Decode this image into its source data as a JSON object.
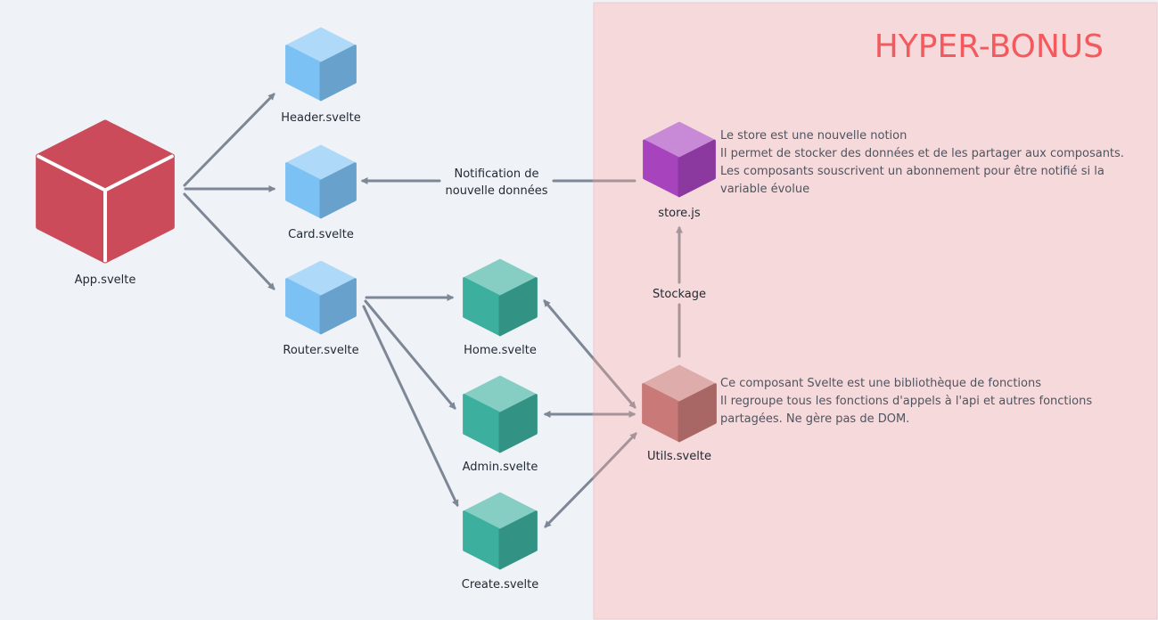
{
  "banner": {
    "title": "HYPER-BONUS"
  },
  "nodes": {
    "app": "App.svelte",
    "header": "Header.svelte",
    "card": "Card.svelte",
    "router": "Router.svelte",
    "home": "Home.svelte",
    "admin": "Admin.svelte",
    "create": "Create.svelte",
    "store": "store.js",
    "utils": "Utils.svelte"
  },
  "edges": {
    "notification_line1": "Notification de",
    "notification_line2": "nouvelle données",
    "stockage": "Stockage"
  },
  "notes": {
    "store": [
      "Le store est une nouvelle notion",
      "Il permet de stocker des données et de les partager aux composants.",
      "Les composants souscrivent un abonnement pour être notifié si la",
      "variable évolue"
    ],
    "utils": [
      "Ce composant Svelte est une bibliothèque de fonctions",
      "Il regroupe tous les fonctions d'appels à l'api et autres fonctions",
      "partagées. Ne gère pas de DOM."
    ]
  },
  "colors": {
    "background": "#eff3f7",
    "bonus_zone": "#f5d9db",
    "banner_text": "#f25a5e",
    "arrow_gray": "#7d8795",
    "arrow_pink": "#a79499",
    "app_cube": "#cc4b5a",
    "light_blue_cube": "#7cc1f3",
    "teal_cube": "#3caf9e",
    "store_cube": "#a643bd",
    "utils_cube": "#c87978"
  },
  "icons": {
    "app": "cube-icon",
    "header": "cube-icon",
    "card": "cube-icon",
    "router": "cube-icon",
    "home": "cube-icon",
    "admin": "cube-icon",
    "create": "cube-icon",
    "store": "cube-icon",
    "utils": "cube-icon"
  }
}
